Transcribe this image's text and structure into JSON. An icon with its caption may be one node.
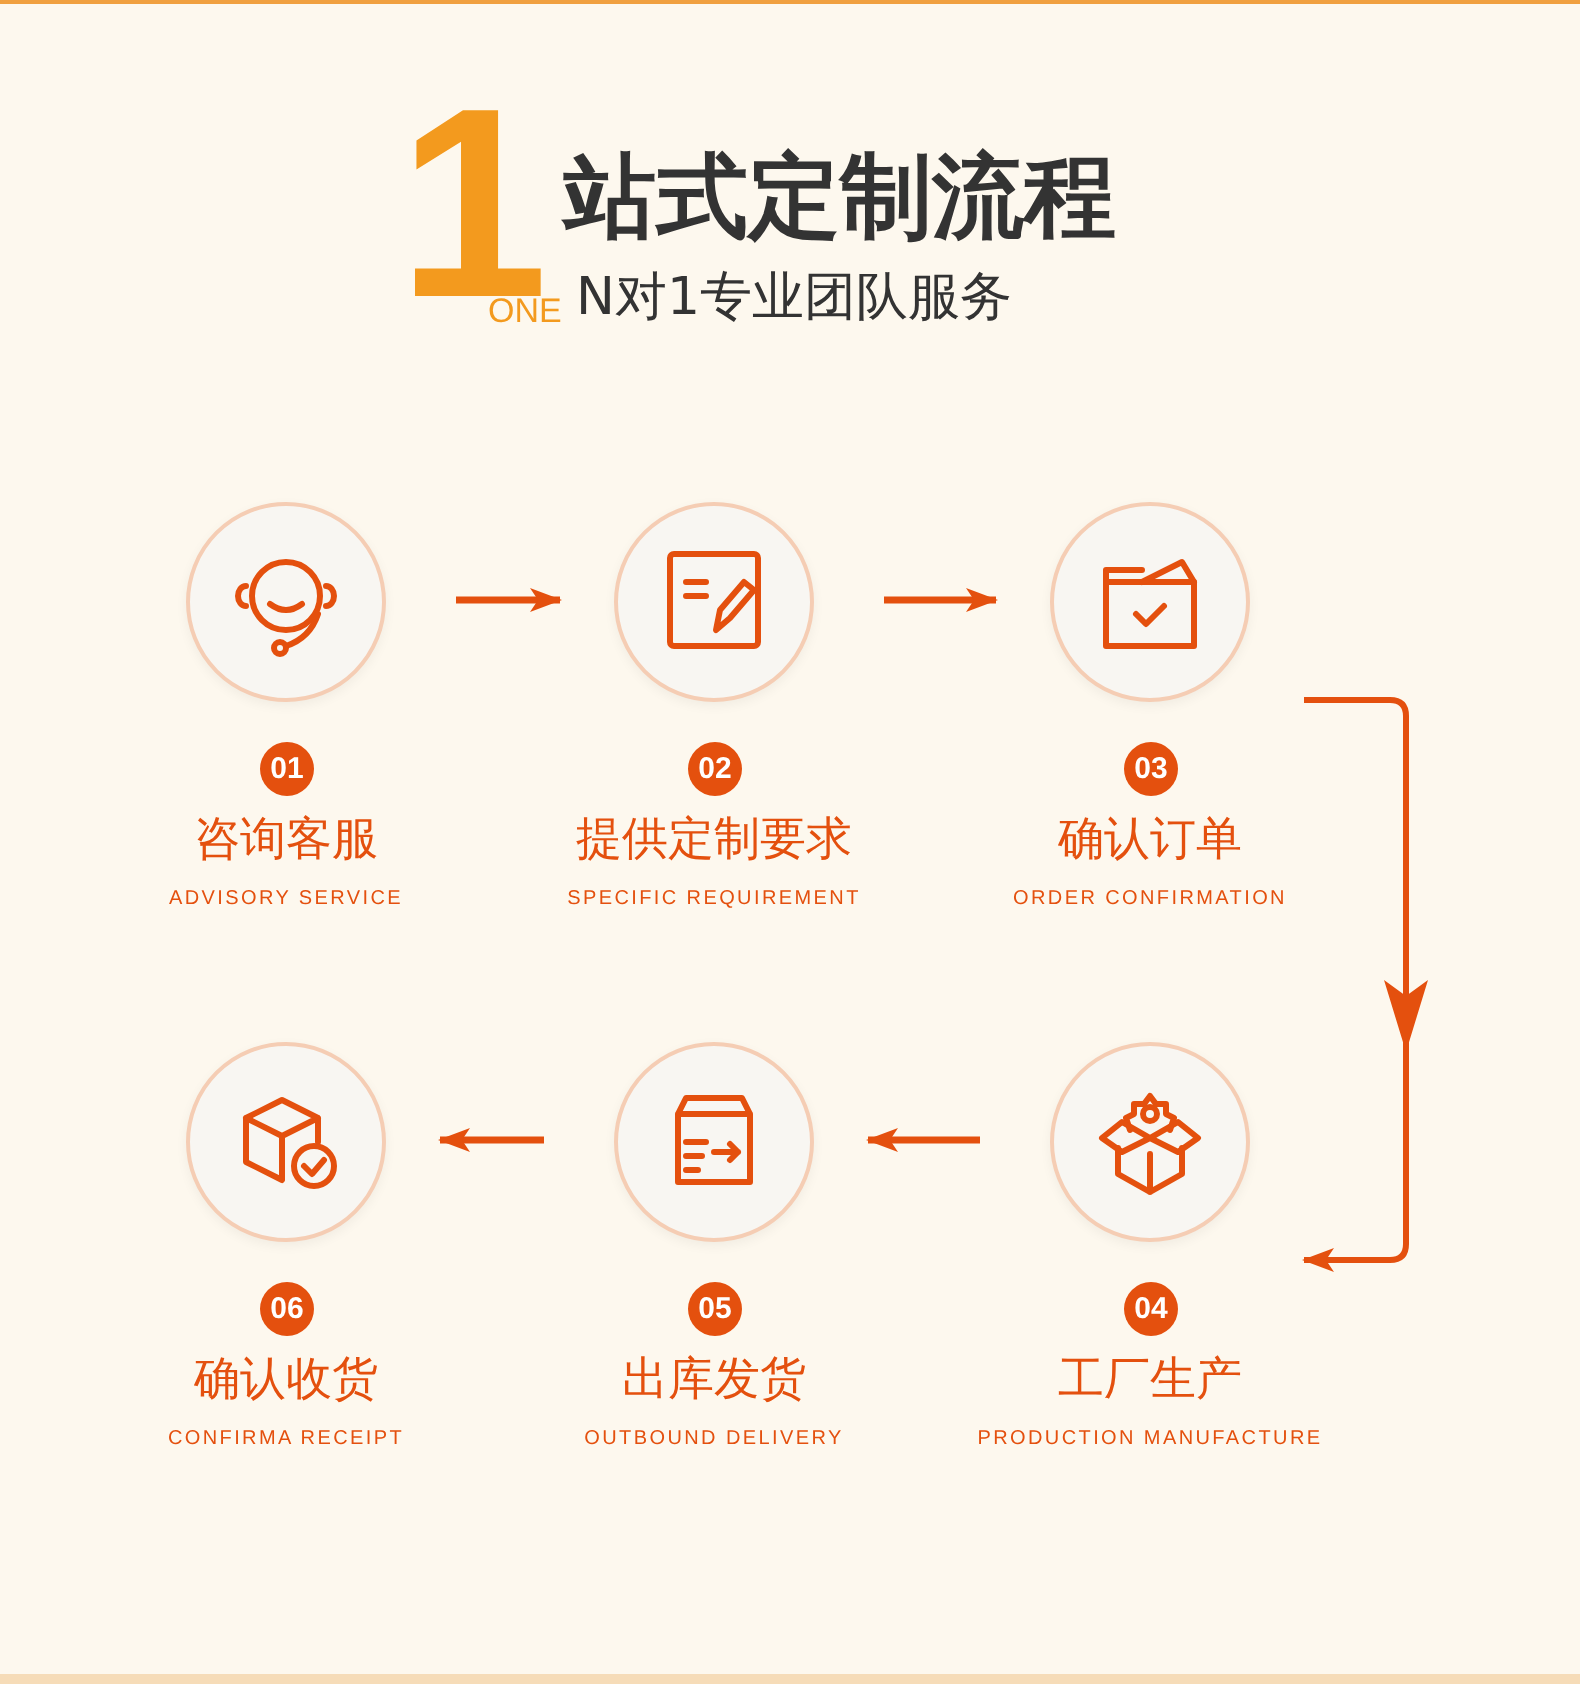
{
  "diagram": {
    "title": "站式定制流程",
    "nodes": [
      {
        "text": [
          "01",
          "咨询客服",
          "ADVISORY SERVICE"
        ]
      },
      {
        "text": [
          "02",
          "提供定制要求",
          "SPECIFIC REQUIREMENT"
        ]
      },
      {
        "text": [
          "03",
          "确认订单",
          "ORDER CONFIRMATION"
        ]
      },
      {
        "text": [
          "04",
          "工厂生产",
          "PRODUCTION MANUFACTURE"
        ]
      },
      {
        "text": [
          "05",
          "出库发货",
          "OUTBOUND DELIVERY"
        ]
      },
      {
        "text": [
          "06",
          "确认收货",
          "CONFIRMA RECEIPT"
        ]
      }
    ],
    "edges": [
      {
        "from": 0,
        "to": 1,
        "arrow": "to"
      },
      {
        "from": 1,
        "to": 2,
        "arrow": "to"
      },
      {
        "from": 2,
        "to": 3,
        "arrow": "to"
      },
      {
        "from": 3,
        "to": 4,
        "arrow": "to"
      },
      {
        "from": 4,
        "to": 5,
        "arrow": "to"
      }
    ],
    "labels": [
      "1",
      "ONE",
      "N对1专业团队服务"
    ]
  }
}
